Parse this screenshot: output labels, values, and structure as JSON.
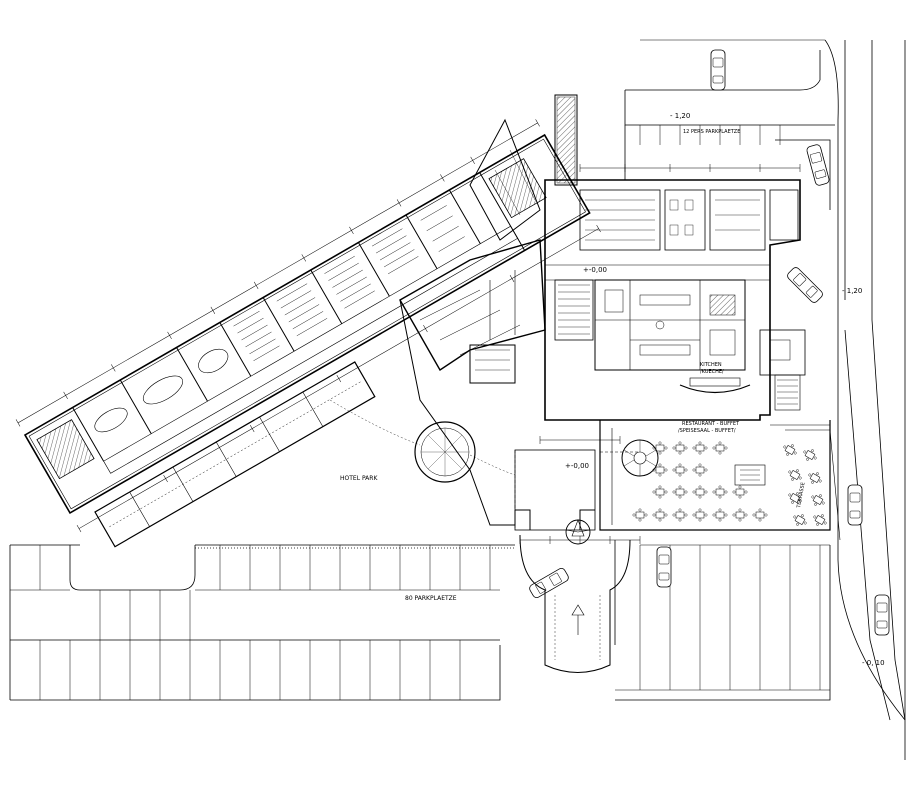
{
  "labels": {
    "hotel_park": "HOTEL PARK",
    "parking_80": "80 PARKPLAETZE",
    "parking_12": "12 PERS PARKPLAETZE",
    "level_minus_120_top": "- 1,20",
    "level_minus_120_right": "- 1,20",
    "level_0_center": "+-0,00",
    "level_0_entrance": "+-0,00",
    "level_minus_010": "- 0, 10",
    "kitchen": "KITCHEN",
    "kueche": "/KUECHE/",
    "restaurant_line1": "RESTAURANT - BUFFET",
    "restaurant_line2": "/SPEISESAAL - BUFFET/",
    "terrasse": "TERRASSE"
  }
}
